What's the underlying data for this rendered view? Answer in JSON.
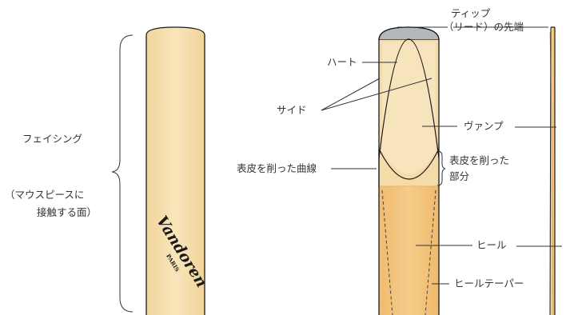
{
  "labels": {
    "facing_line1": "フェイシング",
    "facing_line2": "（マウスピースに",
    "facing_line3": "接触する面）",
    "tip_line1": "ティップ",
    "tip_line2": "（リード）の先端",
    "heart": "ハート",
    "side": "サイド",
    "vamp": "ヴァンプ",
    "cut_curve": "表皮を削った曲線",
    "cut_part_line1": "表皮を削った",
    "cut_part_line2": "部分",
    "heel": "ヒール",
    "heel_taper": "ヒールテーパー"
  },
  "logo": {
    "brand": "Vandoren",
    "sub": "PARIS"
  },
  "colors": {
    "reed_light": "#f7e3b0",
    "reed_mid": "#f3d79f",
    "vamp_fill": "#f6ddb0",
    "heel_fill": "#f2c27a",
    "tip_gray": "#b5b8bb",
    "outline": "#1a1a1a",
    "text": "#333333"
  }
}
